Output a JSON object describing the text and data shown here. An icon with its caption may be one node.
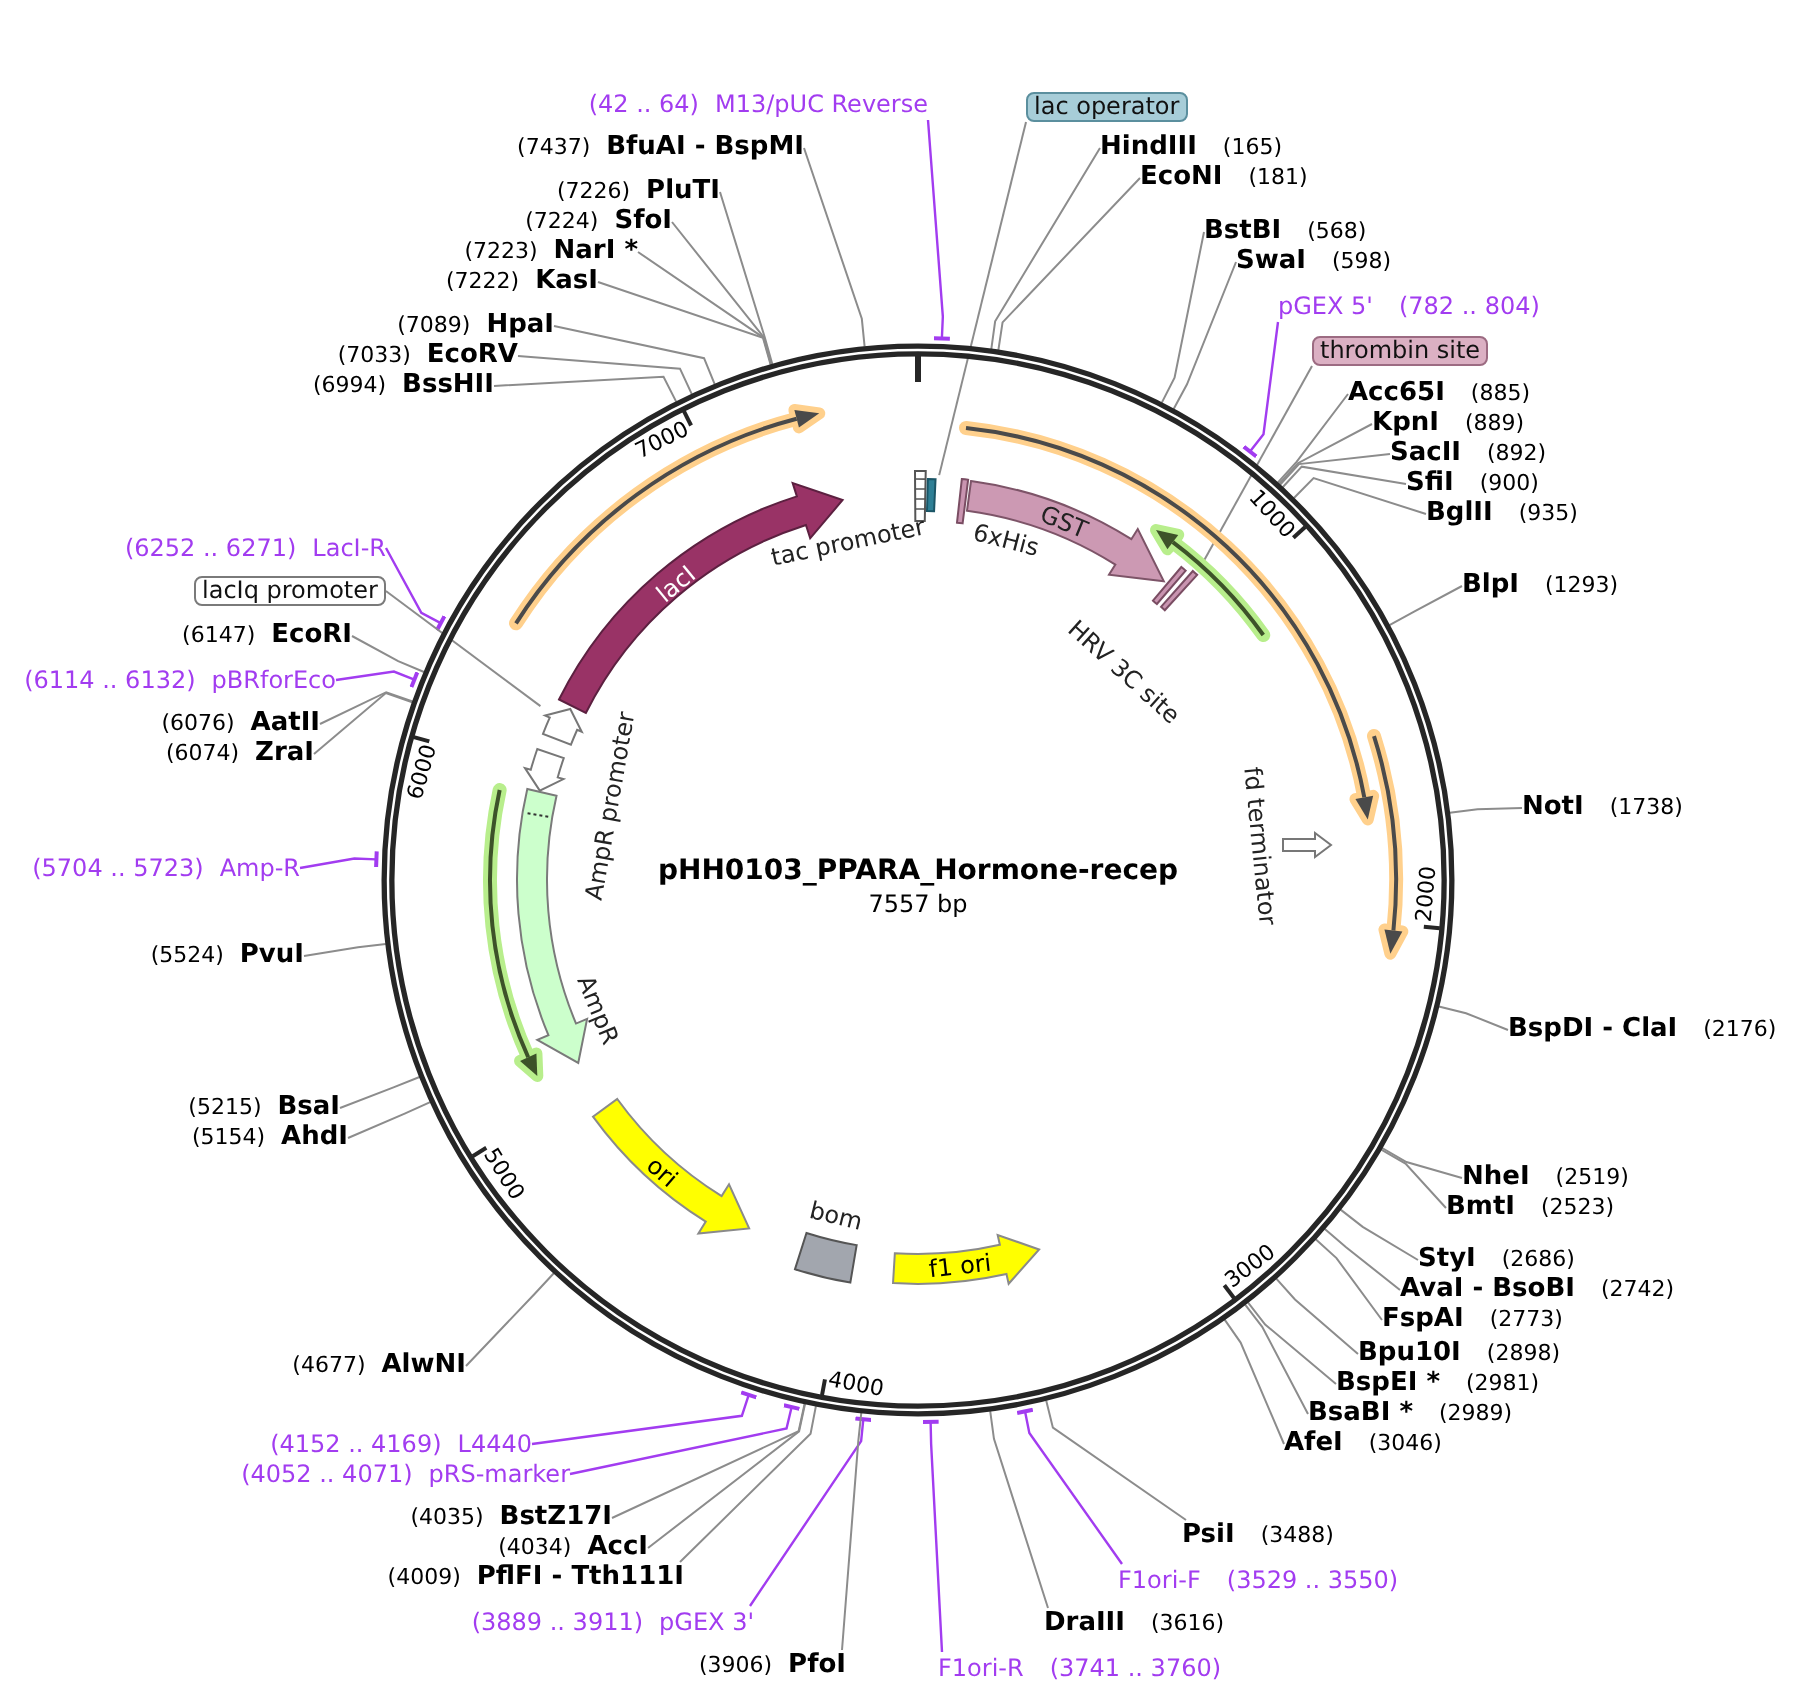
{
  "diagram": {
    "title": "pHH0103_PPARA_Hormone-recep",
    "nodes": [
      {
        "text": [],
        "shape": "circle"
      },
      {
        "text": [
          "lacI"
        ],
        "in": 0
      },
      {
        "text": [],
        "shape": "bar",
        "beside": [
          "tac promoter"
        ],
        "in": 0
      },
      {
        "text": [],
        "shape": "bar",
        "in": 0
      },
      {
        "text": [],
        "shape": "bar",
        "beside": [
          "6xHis"
        ],
        "in": 0
      },
      {
        "text": [
          "GST"
        ],
        "in": 0
      },
      {
        "text": [],
        "shape": "bar",
        "beside": [
          "HRV 3C site"
        ],
        "in": 0
      },
      {
        "text": [],
        "shape": "bar",
        "in": 0
      },
      {
        "text": [],
        "shape": "arrow",
        "in": 0
      },
      {
        "text": [],
        "shape": "arrow",
        "in": 0
      },
      {
        "text": [],
        "shape": "arrow",
        "beside": [
          "AmpR"
        ],
        "in": 0
      },
      {
        "text": [],
        "shape": "arrow",
        "beside": [
          "fd terminator"
        ],
        "in": 0
      },
      {
        "text": [
          "ori"
        ],
        "in": 0
      },
      {
        "text": [],
        "shape": "box",
        "beside": [
          "bom"
        ],
        "in": 0
      },
      {
        "text": [
          "f1 ori"
        ],
        "in": 0
      },
      {
        "text": [
          "(42 .. 64)",
          "M13/pUC Reverse"
        ]
      },
      {
        "text": [
          "lac operator"
        ]
      },
      {
        "text": [
          "(7437)",
          "BfuAI - BspMI"
        ]
      },
      {
        "text": [
          "HindIII",
          "(165)"
        ]
      },
      {
        "text": [
          "EcoNI",
          "(181)"
        ]
      },
      {
        "text": [
          "(7226)",
          "PluTI"
        ]
      },
      {
        "text": [
          "(7224)",
          "SfoI"
        ]
      },
      {
        "text": [
          "BstBI",
          "(568)"
        ]
      },
      {
        "text": [
          "(7223)",
          "NarI *"
        ]
      },
      {
        "text": [
          "SwaI",
          "(598)"
        ]
      },
      {
        "text": [
          "(7222)",
          "KasI"
        ]
      },
      {
        "text": [
          "pGEX 5'",
          "(782 .. 804)"
        ]
      },
      {
        "text": [
          "(7089)",
          "HpaI"
        ]
      },
      {
        "text": [
          "thrombin site"
        ]
      },
      {
        "text": [
          "(7033)",
          "EcoRV"
        ]
      },
      {
        "text": [
          "(6994)",
          "BssHII"
        ]
      },
      {
        "text": [
          "Acc65I",
          "(885)"
        ]
      },
      {
        "text": [
          "KpnI",
          "(889)"
        ]
      },
      {
        "text": [
          "SacII",
          "(892)"
        ]
      },
      {
        "text": [
          "SfiI",
          "(900)"
        ]
      },
      {
        "text": [
          "BglII",
          "(935)"
        ]
      },
      {
        "text": [
          "(6252 .. 6271)",
          "LacI-R"
        ]
      },
      {
        "text": [
          "lacIq promoter"
        ]
      },
      {
        "text": [
          "BlpI",
          "(1293)"
        ]
      },
      {
        "text": [
          "(6147)",
          "EcoRI"
        ]
      },
      {
        "text": [
          "(6114 .. 6132)",
          "pBRforEco"
        ]
      },
      {
        "text": [
          "(6076)",
          "AatII"
        ]
      },
      {
        "text": [
          "(6074)",
          "ZraI"
        ]
      },
      {
        "text": [
          "NotI",
          "(1738)"
        ]
      },
      {
        "text": [
          "(5704 .. 5723)",
          "Amp-R"
        ]
      },
      {
        "text": [
          "(5524)",
          "PvuI"
        ]
      },
      {
        "text": [
          "BspDI - ClaI",
          "(2176)"
        ]
      },
      {
        "text": [
          "(5215)",
          "BsaI"
        ]
      },
      {
        "text": [
          "(5154)",
          "AhdI"
        ]
      },
      {
        "text": [
          "NheI",
          "(2519)"
        ]
      },
      {
        "text": [
          "BmtI",
          "(2523)"
        ]
      },
      {
        "text": [
          "StyI",
          "(2686)"
        ]
      },
      {
        "text": [
          "AvaI - BsoBI",
          "(2742)"
        ]
      },
      {
        "text": [
          "FspAI",
          "(2773)"
        ]
      },
      {
        "text": [
          "Bpu10I",
          "(2898)"
        ]
      },
      {
        "text": [
          "(4677)",
          "AlwNI"
        ]
      },
      {
        "text": [
          "BspEI *",
          "(2981)"
        ]
      },
      {
        "text": [
          "BsaBI *",
          "(2989)"
        ]
      },
      {
        "text": [
          "(4152 .. 4169)",
          "L4440"
        ]
      },
      {
        "text": [
          "AfeI",
          "(3046)"
        ]
      },
      {
        "text": [
          "(4052 .. 4071)",
          "pRS-marker"
        ]
      },
      {
        "text": [
          "(4035)",
          "BstZ17I"
        ]
      },
      {
        "text": [
          "PsiI",
          "(3488)"
        ]
      },
      {
        "text": [
          "(4034)",
          "AccI"
        ]
      },
      {
        "text": [
          "(4009)",
          "PflFI - Tth111I"
        ]
      },
      {
        "text": [
          "F1ori-F",
          "(3529 .. 3550)"
        ]
      },
      {
        "text": [
          "(3889 .. 3911)",
          "pGEX 3'"
        ]
      },
      {
        "text": [
          "DraIII",
          "(3616)"
        ]
      },
      {
        "text": [
          "(3906)",
          "PfoI"
        ]
      },
      {
        "text": [
          "F1ori-R",
          "(3741 .. 3760)"
        ]
      }
    ],
    "edges": [
      {
        "from": 15,
        "to": 0,
        "arrow": "other",
        "color": "#a23cf0"
      },
      {
        "from": 16,
        "to": 3,
        "arrow": "none"
      },
      {
        "from": 17,
        "to": 0,
        "arrow": "none"
      },
      {
        "from": 18,
        "to": 0,
        "arrow": "none"
      },
      {
        "from": 19,
        "to": 0,
        "arrow": "none"
      },
      {
        "from": 20,
        "to": 0,
        "arrow": "none"
      },
      {
        "from": 21,
        "to": 0,
        "arrow": "none"
      },
      {
        "from": 22,
        "to": 0,
        "arrow": "none"
      },
      {
        "from": 23,
        "to": 0,
        "arrow": "none"
      },
      {
        "from": 24,
        "to": 0,
        "arrow": "none"
      },
      {
        "from": 25,
        "to": 0,
        "arrow": "none"
      },
      {
        "from": 26,
        "to": 0,
        "arrow": "other",
        "color": "#a23cf0"
      },
      {
        "from": 27,
        "to": 0,
        "arrow": "none"
      },
      {
        "from": 28,
        "to": 7,
        "arrow": "none"
      },
      {
        "from": 29,
        "to": 0,
        "arrow": "none"
      },
      {
        "from": 30,
        "to": 0,
        "arrow": "none"
      },
      {
        "from": 31,
        "to": 0,
        "arrow": "none"
      },
      {
        "from": 32,
        "to": 0,
        "arrow": "none"
      },
      {
        "from": 33,
        "to": 0,
        "arrow": "none"
      },
      {
        "from": 34,
        "to": 0,
        "arrow": "none"
      },
      {
        "from": 35,
        "to": 0,
        "arrow": "none"
      },
      {
        "from": 36,
        "to": 0,
        "arrow": "other",
        "color": "#a23cf0"
      },
      {
        "from": 37,
        "to": 8,
        "arrow": "none"
      },
      {
        "from": 38,
        "to": 0,
        "arrow": "none"
      },
      {
        "from": 39,
        "to": 0,
        "arrow": "none"
      },
      {
        "from": 40,
        "to": 0,
        "arrow": "other",
        "color": "#a23cf0"
      },
      {
        "from": 41,
        "to": 0,
        "arrow": "none"
      },
      {
        "from": 42,
        "to": 0,
        "arrow": "none"
      },
      {
        "from": 43,
        "to": 0,
        "arrow": "none"
      },
      {
        "from": 44,
        "to": 0,
        "arrow": "other",
        "color": "#a23cf0"
      },
      {
        "from": 45,
        "to": 0,
        "arrow": "none"
      },
      {
        "from": 46,
        "to": 0,
        "arrow": "none"
      },
      {
        "from": 47,
        "to": 0,
        "arrow": "none"
      },
      {
        "from": 48,
        "to": 0,
        "arrow": "none"
      },
      {
        "from": 49,
        "to": 0,
        "arrow": "none"
      },
      {
        "from": 50,
        "to": 0,
        "arrow": "none"
      },
      {
        "from": 51,
        "to": 0,
        "arrow": "none"
      },
      {
        "from": 52,
        "to": 0,
        "arrow": "none"
      },
      {
        "from": 53,
        "to": 0,
        "arrow": "none"
      },
      {
        "from": 54,
        "to": 0,
        "arrow": "none"
      },
      {
        "from": 55,
        "to": 0,
        "arrow": "none"
      },
      {
        "from": 56,
        "to": 0,
        "arrow": "none"
      },
      {
        "from": 57,
        "to": 0,
        "arrow": "none"
      },
      {
        "from": 58,
        "to": 0,
        "arrow": "other",
        "color": "#a23cf0"
      },
      {
        "from": 59,
        "to": 0,
        "arrow": "none"
      },
      {
        "from": 60,
        "to": 0,
        "arrow": "other",
        "color": "#a23cf0"
      },
      {
        "from": 61,
        "to": 0,
        "arrow": "none"
      },
      {
        "from": 62,
        "to": 0,
        "arrow": "none"
      },
      {
        "from": 63,
        "to": 0,
        "arrow": "none"
      },
      {
        "from": 64,
        "to": 0,
        "arrow": "none"
      },
      {
        "from": 65,
        "to": 0,
        "arrow": "other",
        "color": "#a23cf0"
      },
      {
        "from": 66,
        "to": 0,
        "arrow": "other",
        "color": "#a23cf0"
      },
      {
        "from": 67,
        "to": 0,
        "arrow": "none"
      },
      {
        "from": 68,
        "to": 0,
        "arrow": "none"
      },
      {
        "from": 69,
        "to": 0,
        "arrow": "other",
        "color": "#a23cf0"
      }
    ],
    "labels": [
      "7000",
      "1000",
      "6000",
      "AmpR promoter",
      "2000",
      "7557 bp",
      "5000",
      "3000",
      "4000"
    ]
  }
}
